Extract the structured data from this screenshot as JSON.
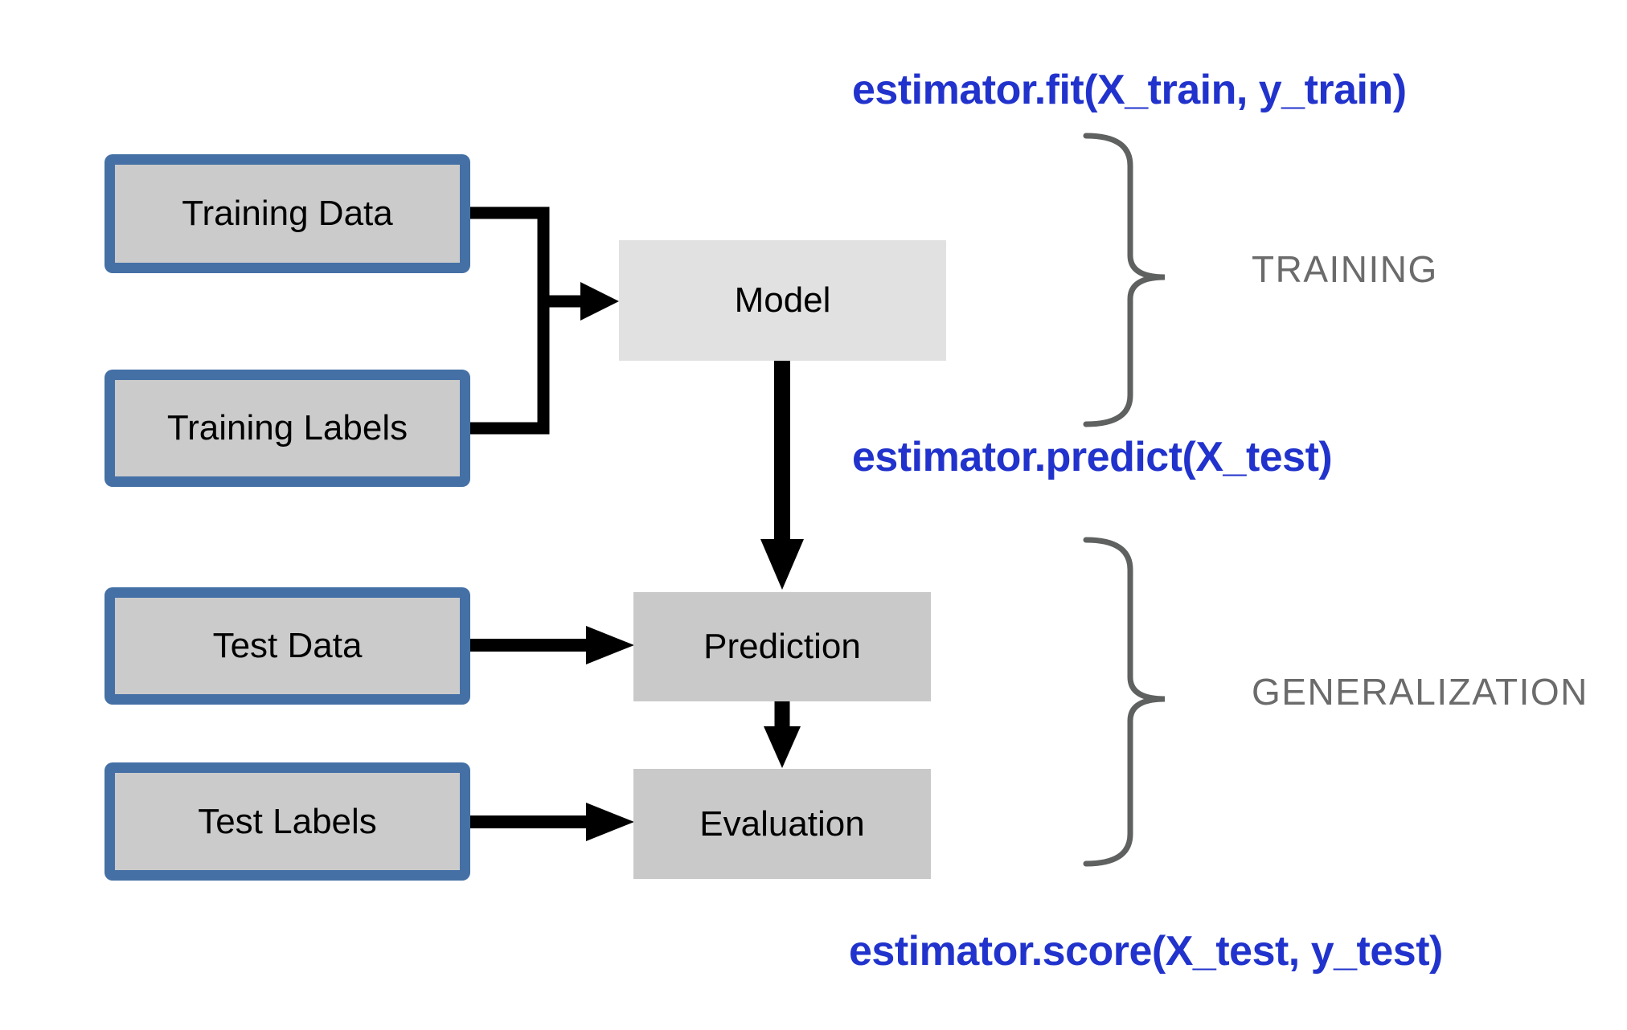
{
  "diagram": {
    "boxes": {
      "training_data": "Training Data",
      "training_labels": "Training Labels",
      "test_data": "Test Data",
      "test_labels": "Test Labels",
      "model": "Model",
      "prediction": "Prediction",
      "evaluation": "Evaluation"
    },
    "code_labels": {
      "fit": "estimator.fit(X_train, y_train)",
      "predict": "estimator.predict(X_test)",
      "score": "estimator.score(X_test, y_test)"
    },
    "phase_labels": {
      "training": "TRAINING",
      "generalization": "GENERALIZATION"
    },
    "colors": {
      "box_border_blue": "#4470a6",
      "io_box_fill": "#cbcbcb",
      "model_box_fill": "#e1e1e1",
      "stage_box_fill": "#c9c9c9",
      "code_text_blue": "#2133cc",
      "phase_text_gray": "#6b6b6b",
      "arrow_black": "#000000",
      "brace_gray": "#5f6060",
      "background": "#ffffff"
    }
  }
}
